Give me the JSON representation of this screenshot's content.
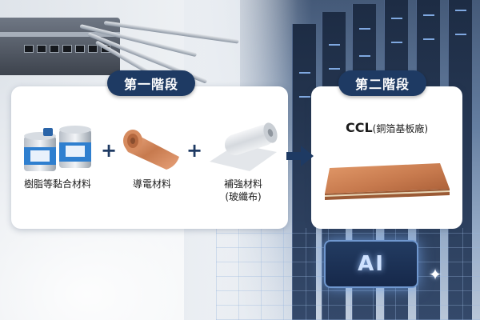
{
  "stage1": {
    "tag": "第一階段",
    "items": [
      {
        "label": "樹脂等黏合材料"
      },
      {
        "label": "導電材料"
      },
      {
        "label": "補強材料",
        "sub": "(玻纖布)"
      }
    ],
    "plus": "+"
  },
  "stage2": {
    "tag": "第二階段",
    "product_main": "CCL",
    "product_sub": "(銅箔基板廠)"
  },
  "background": {
    "chip_label": "AI"
  },
  "colors": {
    "tag_bg": "#1e3a63",
    "copper": "#c77a4e",
    "resin_blue": "#2f7fcf"
  }
}
